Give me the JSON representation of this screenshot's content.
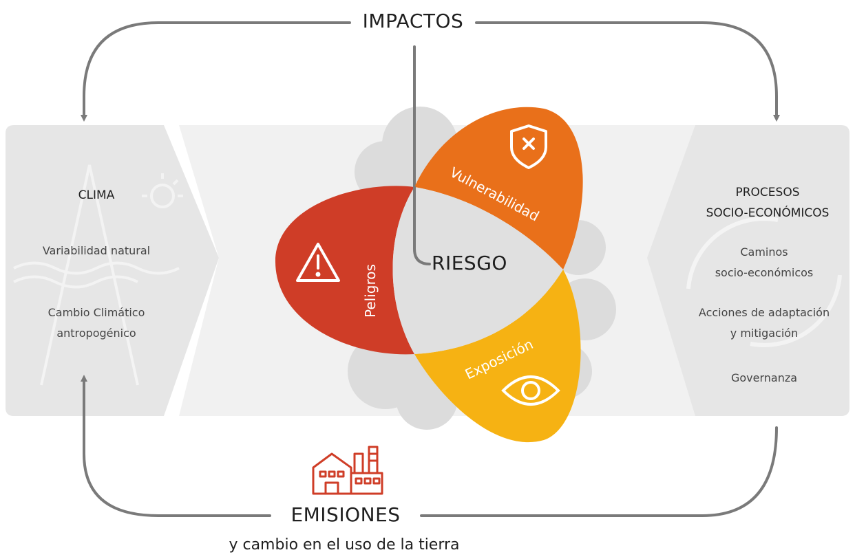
{
  "impactos": "IMPACTOS",
  "riesgo": "RIESGO",
  "emisiones": {
    "title": "EMISIONES",
    "subtitle": "y cambio en el uso de la tierra"
  },
  "clima": {
    "title": "CLIMA",
    "items": [
      "Variabilidad natural",
      "Cambio Climático",
      "antropogénico"
    ]
  },
  "procesos": {
    "title_lines": [
      "PROCESOS",
      "SOCIO-ECONÓMICOS"
    ],
    "items": [
      "Caminos",
      "socio-económicos",
      "Acciones de adaptación",
      "y mitigación",
      "Governanza"
    ]
  },
  "petals": {
    "peligros": "Peligros",
    "vulnerabilidad": "Vulnerabilidad",
    "exposicion": "Exposición"
  },
  "colors": {
    "peligros": "#cf3d27",
    "vulnerabilidad": "#e9701a",
    "exposicion": "#f6b213",
    "center": "#e0e0e0",
    "panel": "#e8e8e8",
    "arrow": "#7a7a7a",
    "factory": "#cf3d27"
  },
  "icons": {
    "vulnerabilidad": "shield-x-icon",
    "peligros": "warning-triangle-icon",
    "exposicion": "eye-icon",
    "emisiones": "factory-icon"
  }
}
